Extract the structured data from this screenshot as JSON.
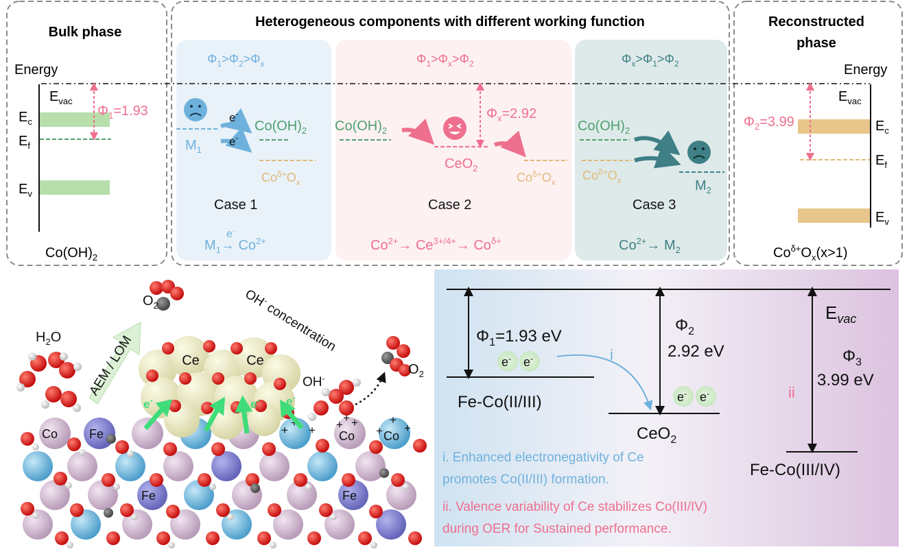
{
  "panels": {
    "bulk": {
      "title": "Bulk phase",
      "energy": "Energy",
      "evac": "E",
      "evac_sub": "vac",
      "ec": "E",
      "ec_sub": "c",
      "ef": "E",
      "ef_sub": "f",
      "ev": "E",
      "ev_sub": "v",
      "phi_sym": "Φ",
      "phi_sub": "1",
      "phi_val": "=1.93",
      "bottom": "Co(OH)",
      "bottom_sub": "2"
    },
    "hetero": {
      "title": "Heterogeneous components with different working function",
      "case1": {
        "order": [
          "Φ",
          "1",
          ">Φ",
          "2",
          ">Φ",
          "x"
        ],
        "m1": "M",
        "m1_sub": "1",
        "e": "e",
        "e_sup": "-",
        "cooh": "Co(OH)",
        "cooh_sub": "2",
        "coox_a": "Co",
        "coox_sup": "δ+",
        "coox_b": "O",
        "coox_sub": "x",
        "label": "Case 1",
        "rxn_a": "M",
        "rxn_a_sub": "1",
        "rxn_arrow": "→ Co",
        "rxn_sup": "2+"
      },
      "case2": {
        "order": [
          "Φ",
          "1",
          ">Φ",
          "x",
          ">Φ",
          "2"
        ],
        "cooh": "Co(OH)",
        "cooh_sub": "2",
        "phix_sym": "Φ",
        "phix_sub": "x",
        "phix_val": "=2.92",
        "ceo2": "CeO",
        "ceo2_sub": "2",
        "coox_a": "Co",
        "coox_sup": "δ+",
        "coox_b": "O",
        "coox_sub": "x",
        "label": "Case 2",
        "rxn_a": "Co",
        "rxn_a_sup": "2+",
        "rxn_b": "→ Ce",
        "rxn_b_sup": "3+/4+",
        "rxn_c": "→ Co",
        "rxn_c_sup": "δ+"
      },
      "case3": {
        "order": [
          "Φ",
          "x",
          ">Φ",
          "1",
          ">Φ",
          "2"
        ],
        "cooh": "Co(OH)",
        "cooh_sub": "2",
        "coox_a": "Co",
        "coox_sup": "δ+",
        "coox_b": "O",
        "coox_sub": "x",
        "m2": "M",
        "m2_sub": "2",
        "label": "Case 3",
        "rxn_a": "Co",
        "rxn_a_sup": "2+",
        "rxn_b": "→ M",
        "rxn_b_sub": "2"
      }
    },
    "recon": {
      "title_1": "Reconstructed",
      "title_2": "phase",
      "energy": "Energy",
      "phi_sym": "Φ",
      "phi_sub": "2",
      "phi_val": "=3.99",
      "bottom_a": "Co",
      "bottom_sup": "δ+",
      "bottom_b": "O",
      "bottom_sub": "x",
      "bottom_c": "(x>1)"
    }
  },
  "structure": {
    "h2o": "H",
    "h2o_sub": "2",
    "h2o_b": "O",
    "o2_top": "O",
    "o2_top_sub": "2",
    "o2_right": "O",
    "o2_right_sub": "2",
    "aem": "AEM / LOM",
    "oh_conc": "OH",
    "oh_conc_sup": "-",
    "oh_conc_b": " concentration",
    "oh": "OH",
    "oh_sup": "-",
    "ce": "Ce",
    "co": "Co",
    "fe": "Fe",
    "e": "e",
    "e_sup": "-",
    "plus": "+"
  },
  "energy_diagram": {
    "evac": "E",
    "evac_sub": "vac",
    "phi1_sym": "Φ",
    "phi1_sub": "1",
    "phi1_val": "=1.93 eV",
    "phi2_sym": "Φ",
    "phi2_sub": "2",
    "phi2_val": "2.92 eV",
    "phi3_sym": "Φ",
    "phi3_sub": "3",
    "phi3_val": "3.99 eV",
    "feco23": "Fe-Co(II/III)",
    "ceo2": "CeO",
    "ceo2_sub": "2",
    "feco34": "Fe-Co(III/IV)",
    "e": "e",
    "e_sup": "-",
    "i": "i",
    "ii": "ii",
    "note1_l1": "i. Enhanced electronegativity of Ce",
    "note1_l2": "promotes Co(II/III) formation.",
    "note2_l1": "ii. Valence variability of Ce stabilizes Co(III/IV)",
    "note2_l2": "during OER for Sustained performance."
  },
  "colors": {
    "blue": "#6fb1dd",
    "pink": "#ee6f8e",
    "teal": "#3f7f86",
    "tan": "#e0b878",
    "green": "#4f9f6f",
    "ec_band": "#b7deab",
    "recon_band": "#e8c68c"
  }
}
